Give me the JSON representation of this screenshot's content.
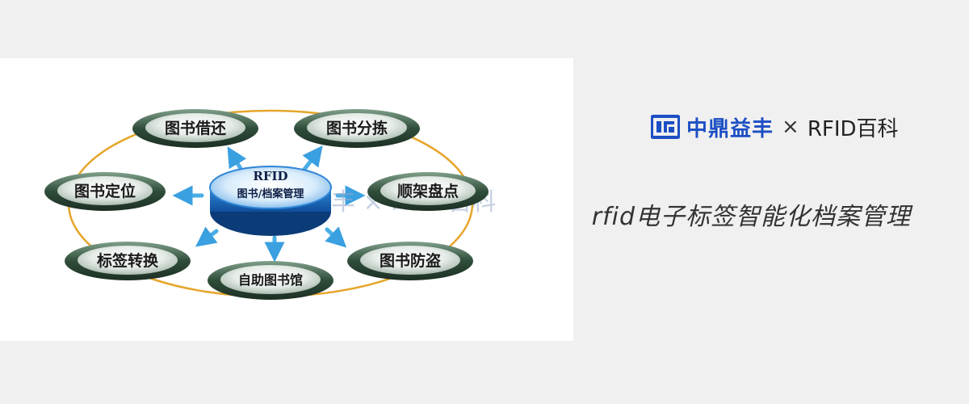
{
  "diagram": {
    "hub": {
      "line1": "RFID",
      "line2": "图书/档案管理"
    },
    "nodes": {
      "top_left": "图书借还",
      "top_right": "图书分拣",
      "mid_left": "图书定位",
      "mid_right": "顺架盘点",
      "bottom_left": "标签转换",
      "bottom_mid": "自助图书馆",
      "bottom_right": "图书防盗"
    },
    "watermark": "丰 × RFID百科"
  },
  "brand": {
    "name": "中鼎益丰",
    "separator": "×",
    "partner": "RFID百科",
    "color": "#1d4fc4"
  },
  "subtitle": "rfid电子标签智能化档案管理"
}
